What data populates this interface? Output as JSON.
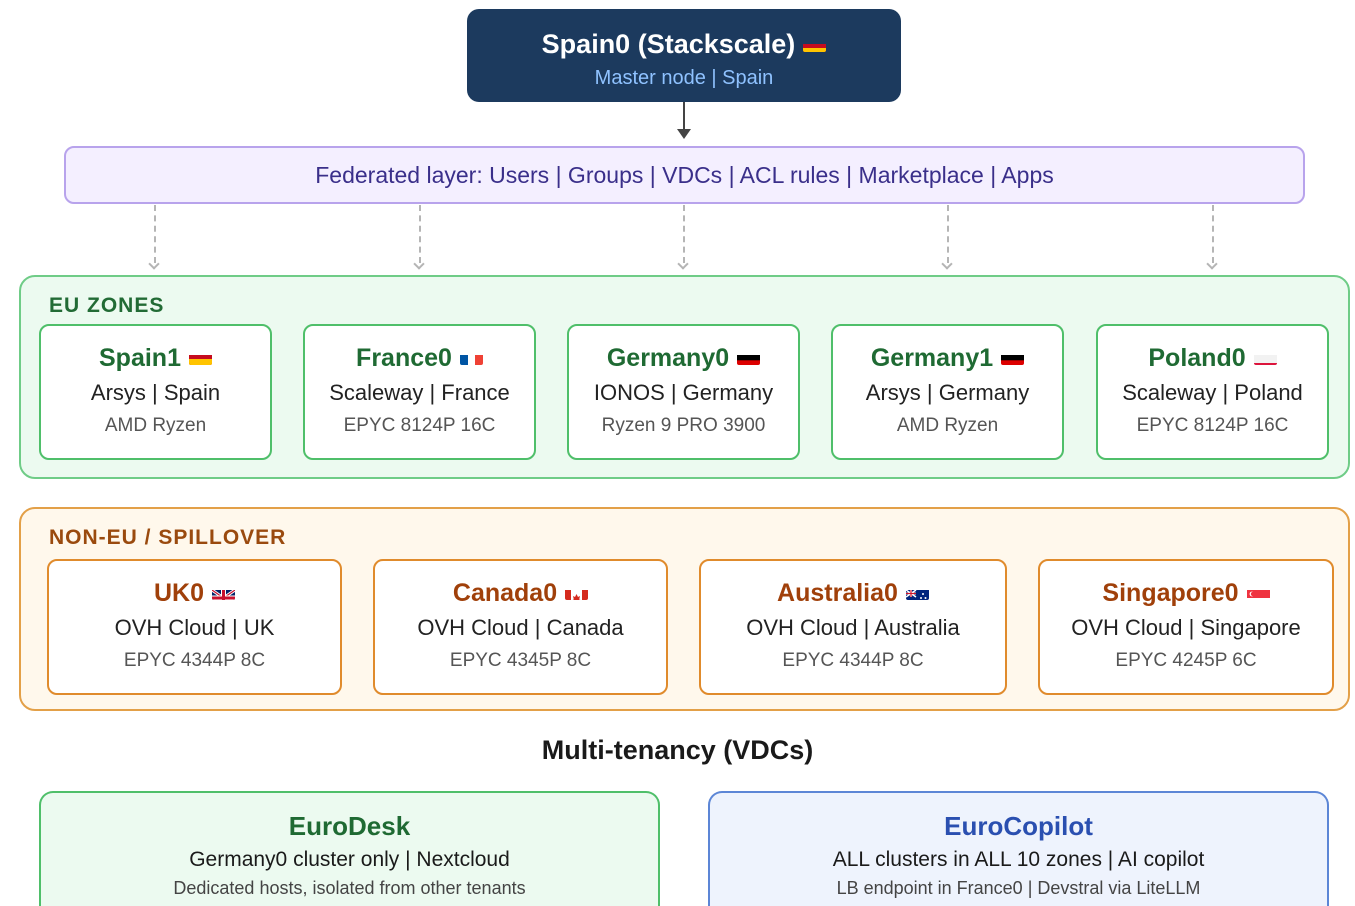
{
  "master": {
    "title": "Spain0 (Stackscale)",
    "flag": "es",
    "subtitle": "Master node | Spain"
  },
  "federated": {
    "label": "Federated layer: Users | Groups | VDCs | ACL rules | Marketplace | Apps"
  },
  "eu_zone": {
    "title": "EU ZONES",
    "cards": [
      {
        "name": "Spain1",
        "flag": "es",
        "provider": "Arsys | Spain",
        "hardware": "AMD Ryzen"
      },
      {
        "name": "France0",
        "flag": "fr",
        "provider": "Scaleway | France",
        "hardware": "EPYC 8124P 16C"
      },
      {
        "name": "Germany0",
        "flag": "de",
        "provider": "IONOS | Germany",
        "hardware": "Ryzen 9 PRO 3900"
      },
      {
        "name": "Germany1",
        "flag": "de",
        "provider": "Arsys | Germany",
        "hardware": "AMD Ryzen"
      },
      {
        "name": "Poland0",
        "flag": "pl",
        "provider": "Scaleway | Poland",
        "hardware": "EPYC 8124P 16C"
      }
    ]
  },
  "non_eu_zone": {
    "title": "NON-EU / SPILLOVER",
    "cards": [
      {
        "name": "UK0",
        "flag": "gb",
        "provider": "OVH Cloud | UK",
        "hardware": "EPYC 4344P 8C"
      },
      {
        "name": "Canada0",
        "flag": "ca",
        "provider": "OVH Cloud | Canada",
        "hardware": "EPYC 4345P 8C"
      },
      {
        "name": "Australia0",
        "flag": "au",
        "provider": "OVH Cloud | Australia",
        "hardware": "EPYC 4344P 8C"
      },
      {
        "name": "Singapore0",
        "flag": "sg",
        "provider": "OVH Cloud | Singapore",
        "hardware": "EPYC 4245P 6C"
      }
    ]
  },
  "multitenancy": {
    "title": "Multi-tenancy (VDCs)",
    "vdcs": [
      {
        "name": "EuroDesk",
        "line1": "Germany0 cluster only | Nextcloud",
        "line2": "Dedicated hosts, isolated from other tenants"
      },
      {
        "name": "EuroCopilot",
        "line1": "ALL clusters in ALL 10 zones | AI copilot",
        "line2": "LB endpoint in France0 | Devstral via LiteLLM"
      }
    ]
  },
  "colors": {
    "master_bg": "#1c3a5e",
    "eu_accent": "#4fbf6a",
    "non_eu_accent": "#e08b2c",
    "federated_accent": "#b8a3ec",
    "eurocopilot_accent": "#5c86d6"
  }
}
